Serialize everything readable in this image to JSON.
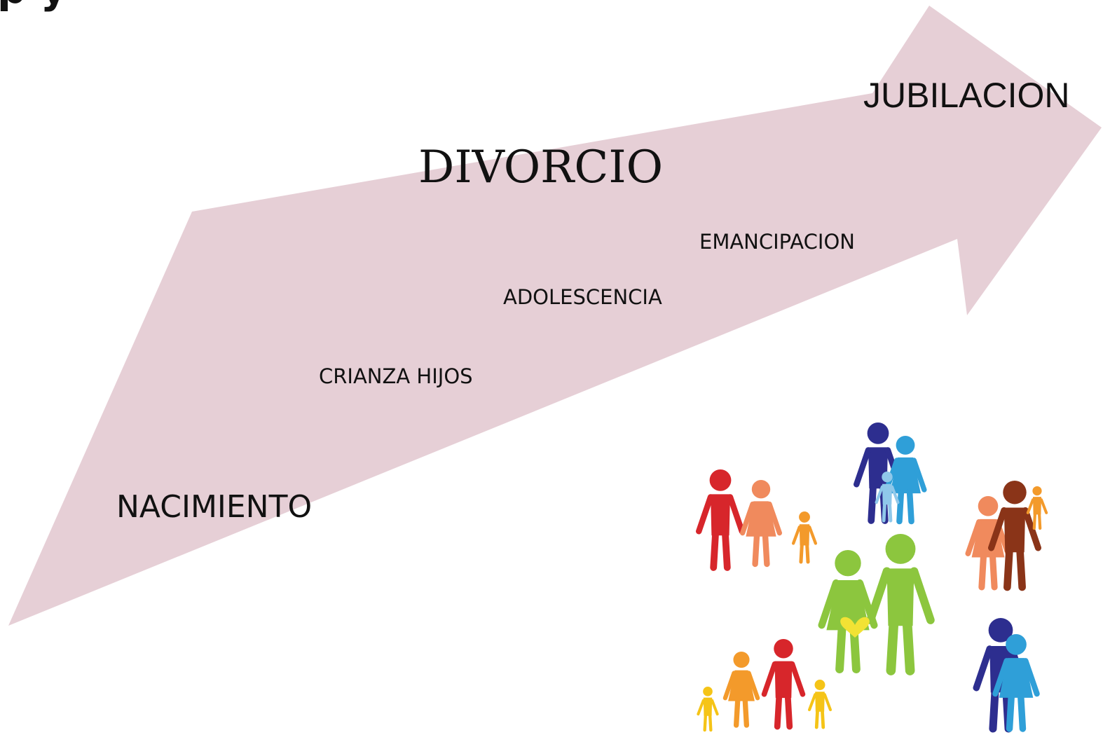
{
  "header": {
    "partial_title": "p y"
  },
  "stages": {
    "nacimiento": "NACIMIENTO",
    "crianza": "CRIANZA HIJOS",
    "adolescencia": "ADOLESCENCIA",
    "divorcio": "DIVORCIO",
    "emancipacion": "EMANCIPACION",
    "jubilacion": "JUBILACION"
  },
  "colors": {
    "arrow": "#e6cfd6",
    "red": "#d7262b",
    "salmon": "#f08a5d",
    "orange": "#f39a2b",
    "yellow": "#f5c417",
    "navy": "#2d2e8f",
    "sky": "#2f9fd8",
    "lightblue": "#8fc8ea",
    "green": "#8cc63e",
    "brown": "#8a3418",
    "heart": "#f2e234"
  },
  "illustration": {
    "type": "family-groups-icon"
  }
}
